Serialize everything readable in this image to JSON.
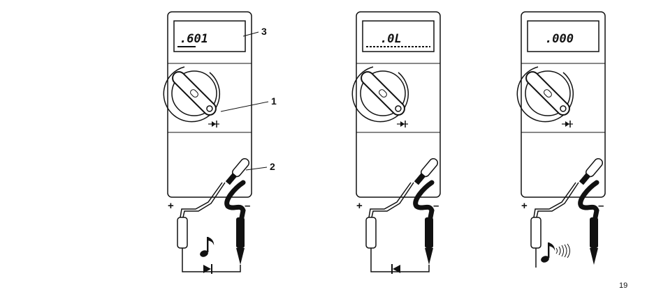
{
  "meters": [
    {
      "display": ".601",
      "buzzer": false
    },
    {
      "display": ".0L",
      "buzzer": false
    },
    {
      "display": ".000",
      "buzzer": true
    }
  ],
  "callouts": {
    "display": "3",
    "dial": "1",
    "probe": "2"
  },
  "polarity": {
    "plus": "+",
    "minus": "–"
  },
  "page_number": "19",
  "icons": {
    "meter": "multimeter-outline",
    "dial": "rotary-dial-icon",
    "diode": "diode-symbol-icon",
    "music": "music-note-icon",
    "sound": "sound-waves-icon"
  }
}
